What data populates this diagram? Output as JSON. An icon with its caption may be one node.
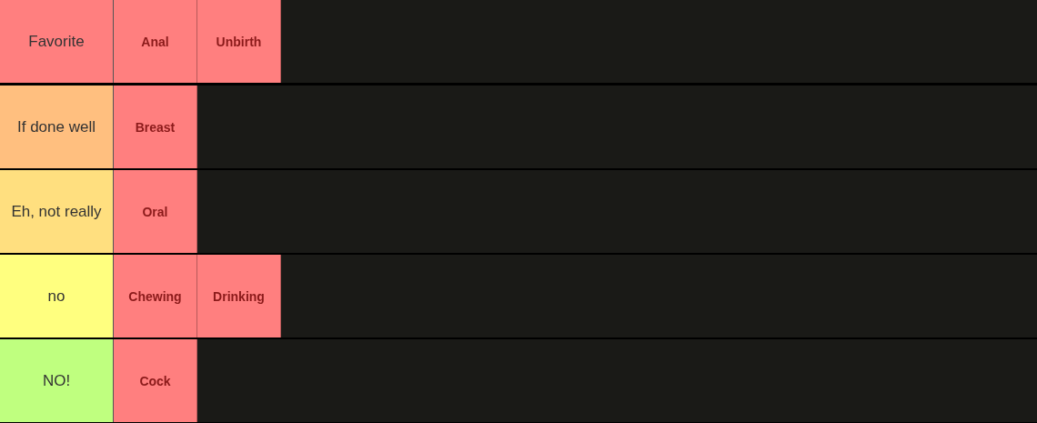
{
  "diagram": {
    "nodes": [
      {
        "text": [
          "Favorite"
        ]
      },
      {
        "text": [
          "Anal"
        ],
        "in": 0
      },
      {
        "text": [
          "Unbirth"
        ],
        "in": 0
      },
      {
        "text": [
          "If done well"
        ]
      },
      {
        "text": [
          "Breast"
        ],
        "in": 3
      },
      {
        "text": [
          "Eh, not really"
        ]
      },
      {
        "text": [
          "Oral"
        ],
        "in": 5
      },
      {
        "text": [
          "no"
        ]
      },
      {
        "text": [
          "Chewing"
        ],
        "in": 7
      },
      {
        "text": [
          "Drinking"
        ],
        "in": 7
      },
      {
        "text": [
          "NO!"
        ]
      },
      {
        "text": [
          "Cock"
        ],
        "in": 10
      }
    ]
  }
}
